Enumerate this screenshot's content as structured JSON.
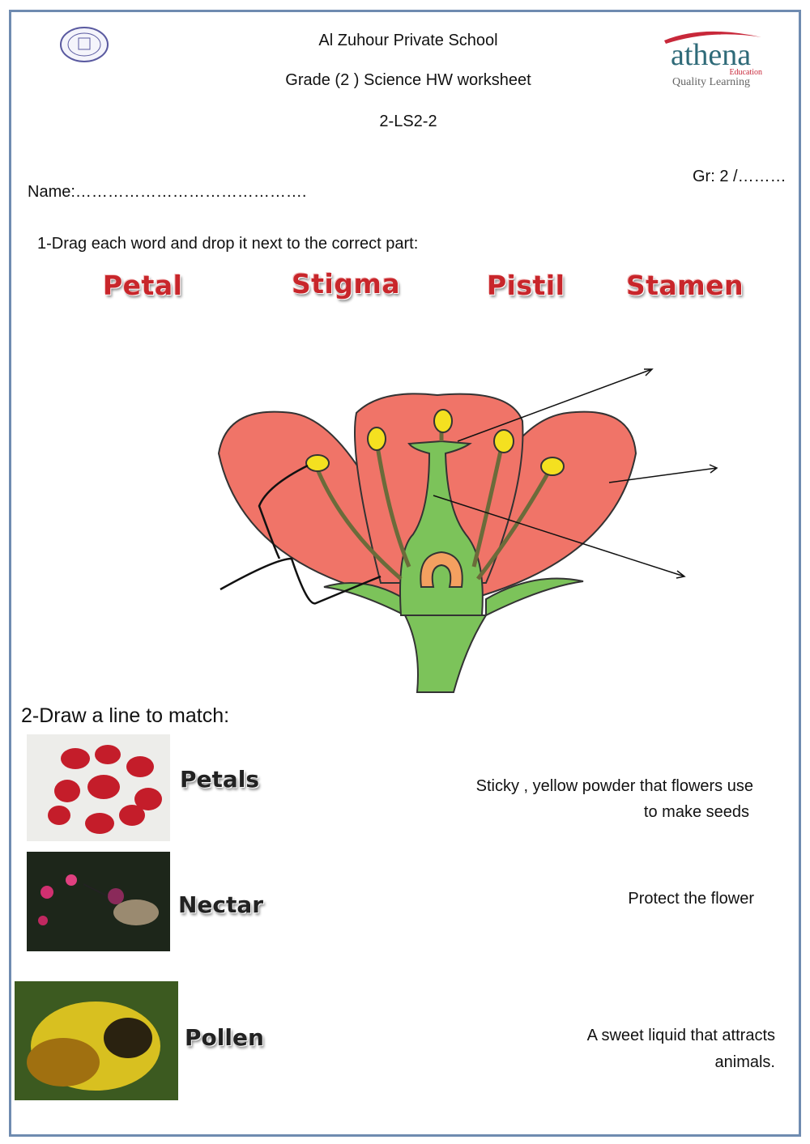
{
  "header": {
    "school": "Al Zuhour Private School",
    "subtitle": "Grade (2 ) Science HW worksheet",
    "code": "2-LS2-2",
    "logo_right": {
      "name": "athena",
      "line2": "Education",
      "line3": "Quality Learning"
    },
    "name_label": "Name:…………………………………….",
    "grade_label": "Gr: 2 /………"
  },
  "q1": {
    "instruction": "1-Drag each word and drop it next  to the correct part:",
    "words": [
      "Petal",
      "Stigma",
      "Pistil",
      "Stamen"
    ]
  },
  "q2": {
    "instruction": "2-Draw a line to match:",
    "terms": [
      "Petals",
      "Nectar",
      "Pollen"
    ],
    "definitions": [
      {
        "line1": "Sticky , yellow powder that flowers use",
        "line2": "to make seeds"
      },
      {
        "line1": "Protect the flower",
        "line2": ""
      },
      {
        "line1": "A sweet liquid that attracts",
        "line2": "animals."
      }
    ]
  },
  "colors": {
    "border": "#6f8bb0",
    "word": "#c8262b",
    "petal": "#f07468",
    "stem": "#7cc35a"
  }
}
